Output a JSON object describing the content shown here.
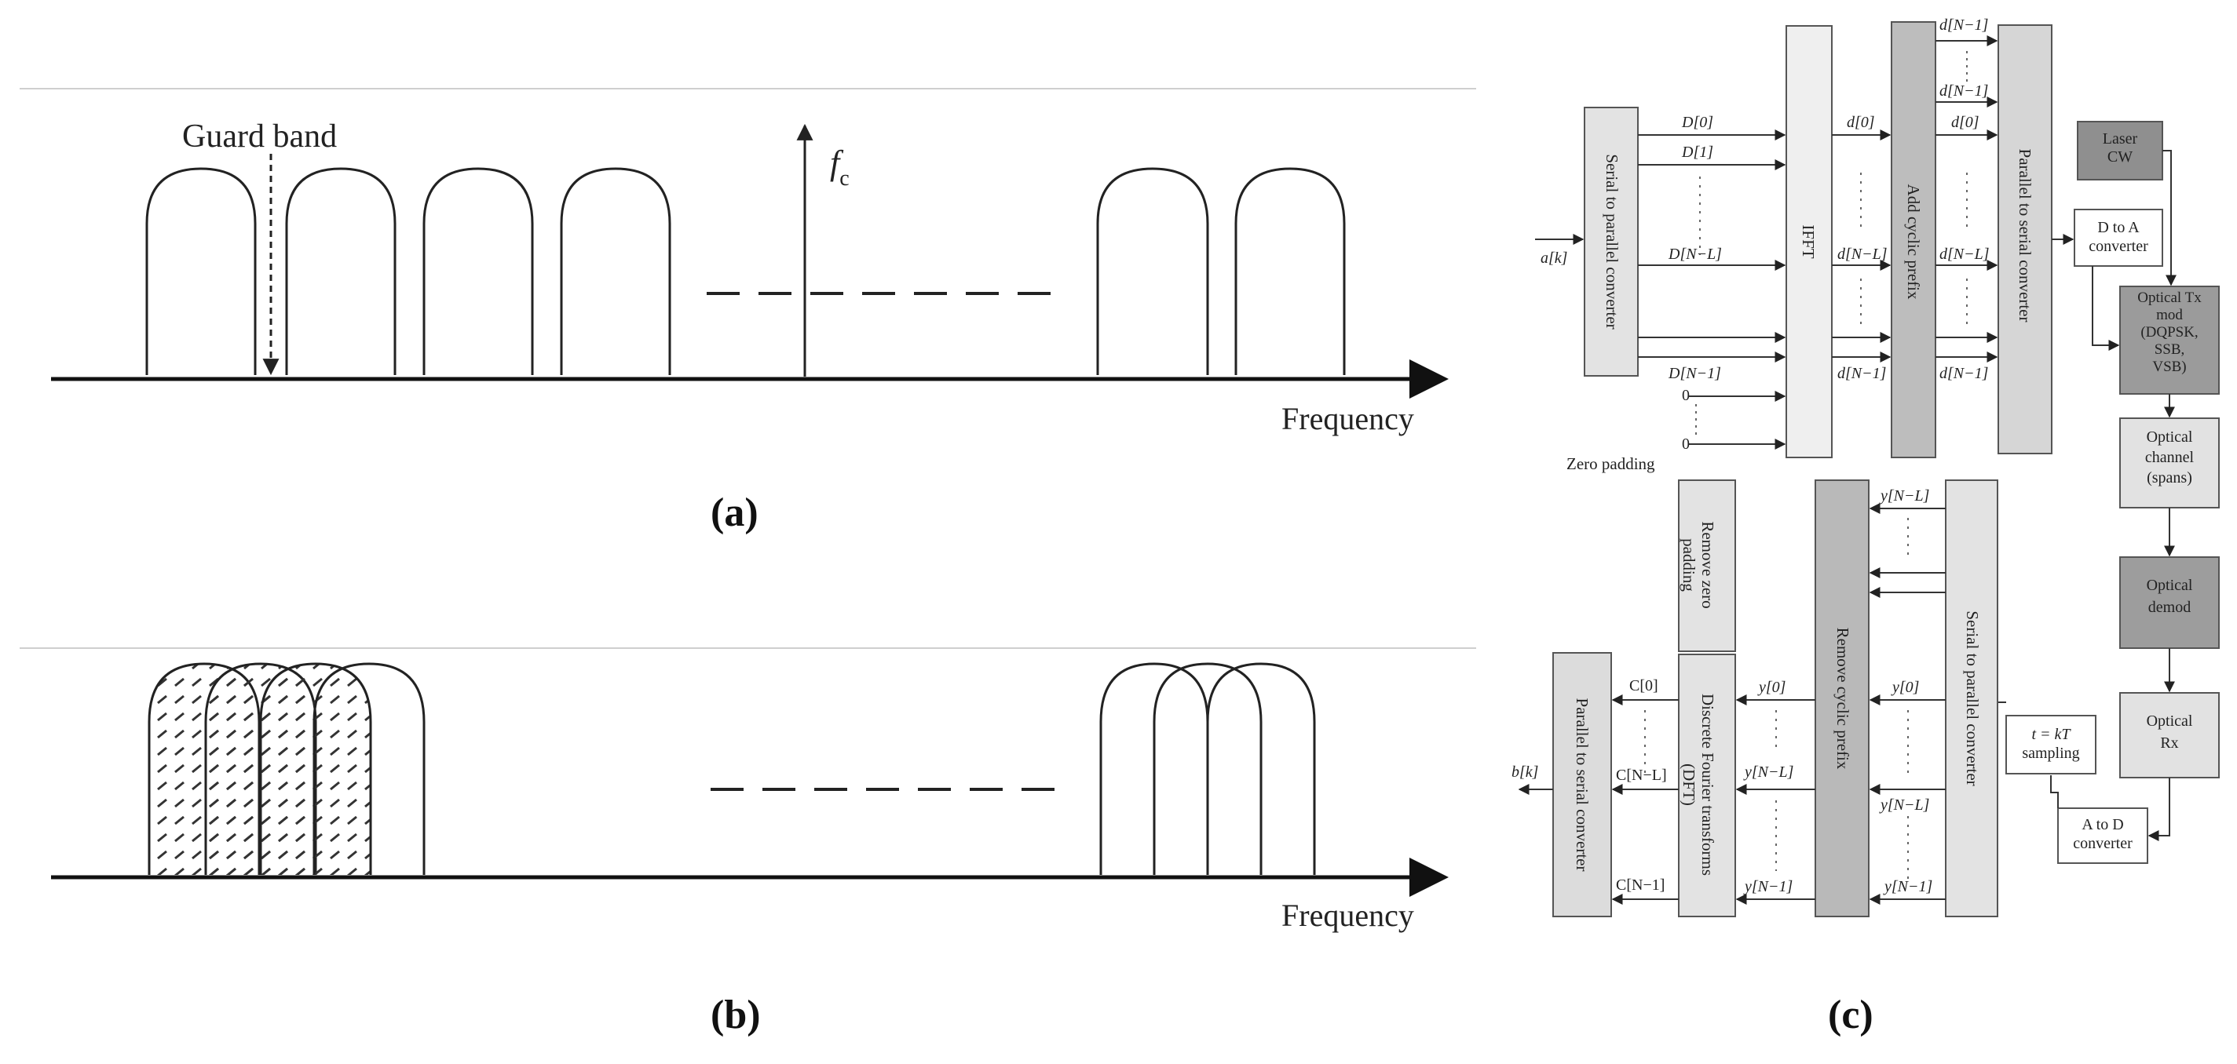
{
  "panel_a": {
    "guard_band_label": "Guard band",
    "fc_label": "f",
    "fc_subscript": "c",
    "axis_label": "Frequency",
    "caption": "(a)"
  },
  "panel_b": {
    "axis_label": "Frequency",
    "caption": "(b)"
  },
  "panel_c": {
    "caption": "(c)",
    "input_label": "a[k]",
    "output_label": "b[k]",
    "zero_padding_label": "Zero padding",
    "zero_top": "0",
    "zero_bottom": "0",
    "blocks": {
      "serial_to_parallel_tx": "Serial to parallel converter",
      "ifft": "IFFT",
      "add_cyclic_prefix": "Add cyclic prefix",
      "parallel_to_serial_tx": "Parallel to serial converter",
      "laser": [
        "Laser",
        "CW"
      ],
      "d_to_a": [
        "D to A",
        "converter"
      ],
      "optical_tx_mod": [
        "Optical Tx",
        "mod",
        "(DQPSK,",
        "SSB,",
        "VSB)"
      ],
      "optical_channel": [
        "Optical",
        "channel",
        "(spans)"
      ],
      "optical_demod": [
        "Optical",
        "demod"
      ],
      "optical_rx": [
        "Optical",
        "Rx"
      ],
      "a_to_d": [
        "A to D",
        "converter"
      ],
      "sampling": [
        "t = kT",
        "sampling"
      ],
      "serial_to_parallel_rx": "Serial to parallel converter",
      "remove_cyclic_prefix": "Remove cyclic prefix",
      "remove_zero_padding": [
        "Remove zero",
        "padding"
      ],
      "dft": [
        "Discrete Fourier transforms",
        "(DFT)"
      ],
      "parallel_to_serial_rx": "Parallel to serial converter"
    },
    "signal_labels": {
      "D0": "D[0]",
      "D1": "D[1]",
      "DNL": "D[N−L]",
      "DN1": "D[N−1]",
      "d0_ifft": "d[0]",
      "dNL_ifft": "d[N−L]",
      "dN1_ifft": "d[N−1]",
      "cp_top1": "d[N−1]",
      "cp_top2": "d[N−1]",
      "cp_d0": "d[0]",
      "cp_dNL": "d[N−L]",
      "cp_dN1": "d[N−1]",
      "rx_yNL_top": "y[N−L]",
      "rx_y0": "y[0]",
      "rx_yNL": "y[N−L]",
      "rx_yN1": "y[N−1]",
      "mid_y0": "y[0]",
      "mid_yNL": "y[N−L]",
      "mid_yN1": "y[N−1]",
      "C0": "C[0]",
      "CNL": "C[N−L]",
      "CN1": "C[N−1]"
    }
  }
}
